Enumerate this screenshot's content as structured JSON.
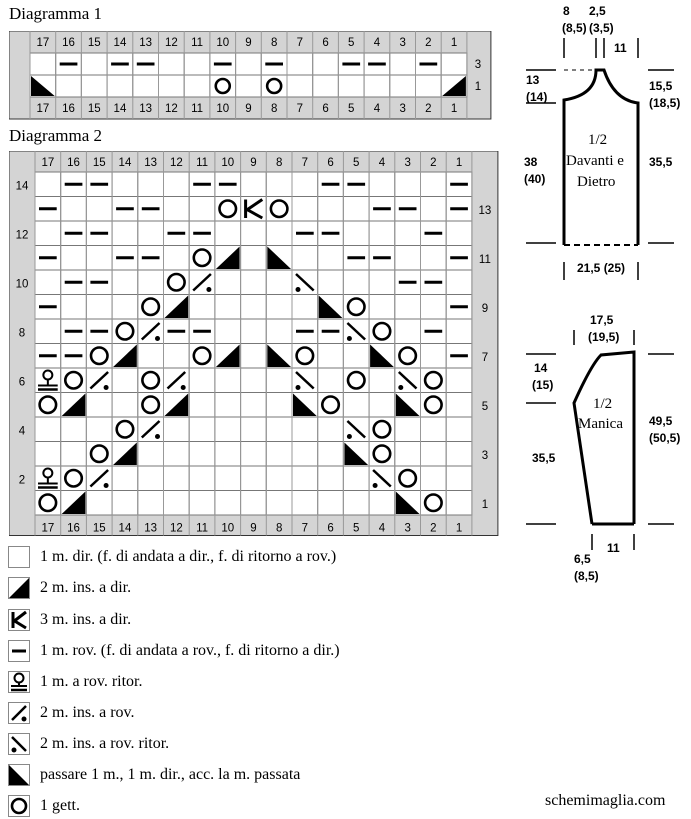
{
  "diagram1": {
    "title": "Diagramma 1",
    "columns": [
      "17",
      "16",
      "15",
      "14",
      "13",
      "12",
      "11",
      "10",
      "9",
      "8",
      "7",
      "6",
      "5",
      "4",
      "3",
      "2",
      "1"
    ],
    "row_labels": {
      "right": [
        "3",
        "1"
      ]
    },
    "rows": [
      [
        "",
        "P",
        "",
        "P",
        "P",
        "",
        "",
        "P",
        "",
        "P",
        "",
        "",
        "P",
        "P",
        "",
        "P",
        ""
      ],
      [
        "SSK",
        "",
        "",
        "",
        "",
        "",
        "",
        "YO",
        "",
        "YO",
        "",
        "",
        "",
        "",
        "",
        "",
        "K2"
      ]
    ]
  },
  "diagram2": {
    "title": "Diagramma 2",
    "columns": [
      "17",
      "16",
      "15",
      "14",
      "13",
      "12",
      "11",
      "10",
      "9",
      "8",
      "7",
      "6",
      "5",
      "4",
      "3",
      "2",
      "1"
    ],
    "rows": [
      {
        "label": "14",
        "side": "left",
        "cells": [
          "",
          "P",
          "P",
          "",
          "",
          "",
          "P",
          "P",
          "",
          "",
          "",
          "P",
          "P",
          "",
          "",
          "",
          "P"
        ]
      },
      {
        "label": "13",
        "side": "right",
        "cells": [
          "P",
          "",
          "",
          "P",
          "P",
          "",
          "",
          "YO",
          "K3",
          "YO",
          "",
          "",
          "",
          "P",
          "P",
          "",
          "P"
        ]
      },
      {
        "label": "12",
        "side": "left",
        "cells": [
          "",
          "P",
          "P",
          "",
          "",
          "P",
          "P",
          "",
          "",
          "",
          "P",
          "P",
          "",
          "",
          "",
          "P",
          ""
        ]
      },
      {
        "label": "11",
        "side": "right",
        "cells": [
          "P",
          "",
          "",
          "P",
          "P",
          "",
          "YO",
          "K2",
          "",
          "SSK",
          "",
          "",
          "P",
          "P",
          "",
          "",
          "P"
        ]
      },
      {
        "label": "10",
        "side": "left",
        "cells": [
          "",
          "P",
          "P",
          "",
          "",
          "YO",
          "P2",
          "",
          "",
          "",
          "P2R",
          "",
          "",
          "",
          "P",
          "P",
          ""
        ]
      },
      {
        "label": "9",
        "side": "right",
        "cells": [
          "P",
          "",
          "",
          "",
          "YO",
          "K2",
          "",
          "",
          "",
          "",
          "",
          "SSK",
          "YO",
          "",
          "",
          "",
          "P"
        ]
      },
      {
        "label": "8",
        "side": "left",
        "cells": [
          "",
          "P",
          "P",
          "YO",
          "P2",
          "P",
          "P",
          "",
          "",
          "",
          "P",
          "P",
          "P2R",
          "YO",
          "",
          "P",
          ""
        ]
      },
      {
        "label": "7",
        "side": "right",
        "cells": [
          "P",
          "P",
          "YO",
          "K2",
          "",
          "",
          "YO",
          "K2",
          "",
          "SSK",
          "YO",
          "",
          "",
          "SSK",
          "YO",
          "",
          "P"
        ]
      },
      {
        "label": "6",
        "side": "left",
        "cells": [
          "TW",
          "YO",
          "P2",
          "",
          "YO",
          "P2",
          "",
          "",
          "",
          "",
          "P2R",
          "",
          "YO",
          "",
          "P2R",
          "YO",
          ""
        ]
      },
      {
        "label": "5",
        "side": "right",
        "cells": [
          "YO",
          "K2",
          "",
          "",
          "YO",
          "K2",
          "",
          "",
          "",
          "",
          "SSK",
          "YO",
          "",
          "",
          "SSK",
          "YO",
          ""
        ]
      },
      {
        "label": "4",
        "side": "left",
        "cells": [
          "",
          "",
          "",
          "YO",
          "P2",
          "",
          "",
          "",
          "",
          "",
          "",
          "",
          "P2R",
          "YO",
          "",
          "",
          ""
        ]
      },
      {
        "label": "3",
        "side": "right",
        "cells": [
          "",
          "",
          "YO",
          "K2",
          "",
          "",
          "",
          "",
          "",
          "",
          "",
          "",
          "SSK",
          "YO",
          "",
          "",
          ""
        ]
      },
      {
        "label": "2",
        "side": "left",
        "cells": [
          "TW",
          "YO",
          "P2",
          "",
          "",
          "",
          "",
          "",
          "",
          "",
          "",
          "",
          "",
          "P2R",
          "YO",
          "",
          ""
        ]
      },
      {
        "label": "1",
        "side": "right",
        "cells": [
          "YO",
          "K2",
          "",
          "",
          "",
          "",
          "",
          "",
          "",
          "",
          "",
          "",
          "",
          "",
          "SSK",
          "YO",
          ""
        ]
      }
    ]
  },
  "legend": [
    {
      "symbol": "K",
      "text": "1 m. dir. (f. di andata a dir., f. di ritorno a rov.)"
    },
    {
      "symbol": "K2",
      "text": "2 m. ins. a dir."
    },
    {
      "symbol": "K3",
      "text": "3 m. ins. a dir."
    },
    {
      "symbol": "P",
      "text": "1 m. rov. (f. di andata a rov., f. di ritorno a dir.)"
    },
    {
      "symbol": "TW",
      "text": "1 m. a rov. ritor."
    },
    {
      "symbol": "P2",
      "text": "2 m. ins. a rov."
    },
    {
      "symbol": "P2R",
      "text": "2 m. ins. a rov. ritor."
    },
    {
      "symbol": "SSK",
      "text": "passare 1 m., 1 m. dir., acc. la m. passata"
    },
    {
      "symbol": "YO",
      "text": "1 gett."
    }
  ],
  "schematic": {
    "body": {
      "top_neck": "8",
      "top_neck_sub": "(8,5)",
      "shoulder": "2,5",
      "shoulder_sub": "(3,5)",
      "back_neck": "11",
      "neck_depth": "13",
      "neck_depth_sub": "(14)",
      "armhole": "15,5",
      "armhole_sub": "(18,5)",
      "height": "38",
      "height_sub": "(40)",
      "side": "35,5",
      "label1": "1/2",
      "label2": "Davanti e",
      "label3": "Dietro",
      "width": "21,5 (25)"
    },
    "sleeve": {
      "top": "17,5",
      "top_sub": "(19,5)",
      "cap": "14",
      "cap_sub": "(15)",
      "length": "49,5",
      "length_sub": "(50,5)",
      "side": "35,5",
      "label1": "1/2",
      "label2": "Manica",
      "cuff": "6,5",
      "cuff_sub": "(8,5)",
      "cuff_right": "11"
    }
  },
  "site": "schemimaglia.com"
}
